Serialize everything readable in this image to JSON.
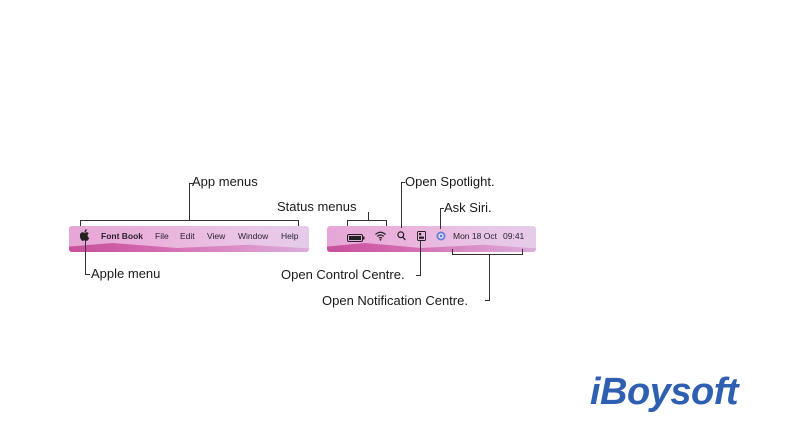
{
  "menubar": {
    "apple_icon": "apple-icon",
    "app_name": "Font Book",
    "menus": [
      "File",
      "Edit",
      "View",
      "Window",
      "Help"
    ],
    "status_icons": [
      "battery-icon",
      "wifi-icon",
      "search-icon",
      "control-centre-icon",
      "siri-icon"
    ],
    "date": "Mon 18 Oct",
    "time": "09:41"
  },
  "annotations": {
    "app_menus": "App menus",
    "apple_menu": "Apple menu",
    "status_menus": "Status menus",
    "open_spotlight": "Open Spotlight.",
    "ask_siri": "Ask Siri.",
    "open_control_centre": "Open Control Centre.",
    "open_notification_centre": "Open Notification Centre."
  },
  "brand": {
    "logo_text": "iBoysoft",
    "color": "#2f5fb0"
  }
}
